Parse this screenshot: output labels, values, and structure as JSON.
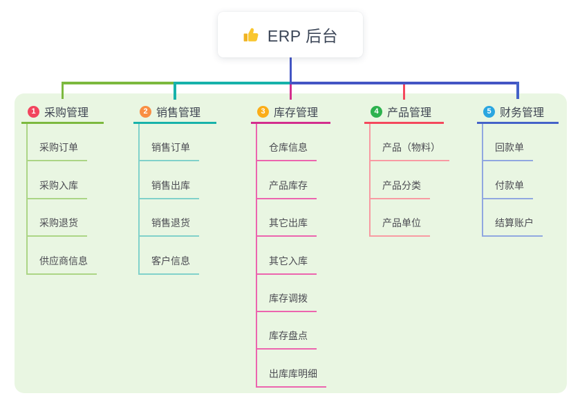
{
  "canvas": {
    "page_bg": "#ffffff",
    "panel_bg": "#e9f6e2"
  },
  "root": {
    "title": "ERP 后台",
    "icon": "thumbs-up",
    "icon_color": "#f7bb2d",
    "connector_color": "#4355c4"
  },
  "branches": [
    {
      "index": "1",
      "label": "采购管理",
      "badge_color": "#f2455e",
      "line_color": "#7cb93e",
      "child_line_color": "#abd585",
      "children": [
        "采购订单",
        "采购入库",
        "采购退货",
        "供应商信息"
      ]
    },
    {
      "index": "2",
      "label": "销售管理",
      "badge_color": "#f98e43",
      "line_color": "#17b2aa",
      "child_line_color": "#80d1ca",
      "children": [
        "销售订单",
        "销售出库",
        "销售退货",
        "客户信息"
      ]
    },
    {
      "index": "3",
      "label": "库存管理",
      "badge_color": "#fbad18",
      "line_color": "#d32e8d",
      "child_line_color": "#ec64ae",
      "children": [
        "仓库信息",
        "产品库存",
        "其它出库",
        "其它入库",
        "库存调拨",
        "库存盘点",
        "出库库明细"
      ]
    },
    {
      "index": "4",
      "label": "产品管理",
      "badge_color": "#2db24e",
      "line_color": "#f4485c",
      "child_line_color": "#f89aa2",
      "children": [
        "产品（物料）",
        "产品分类",
        "产品单位"
      ]
    },
    {
      "index": "5",
      "label": "财务管理",
      "badge_color": "#2aa6e0",
      "line_color": "#4462c8",
      "child_line_color": "#90a7e0",
      "children": [
        "回款单",
        "付款单",
        "结算账户"
      ]
    }
  ]
}
